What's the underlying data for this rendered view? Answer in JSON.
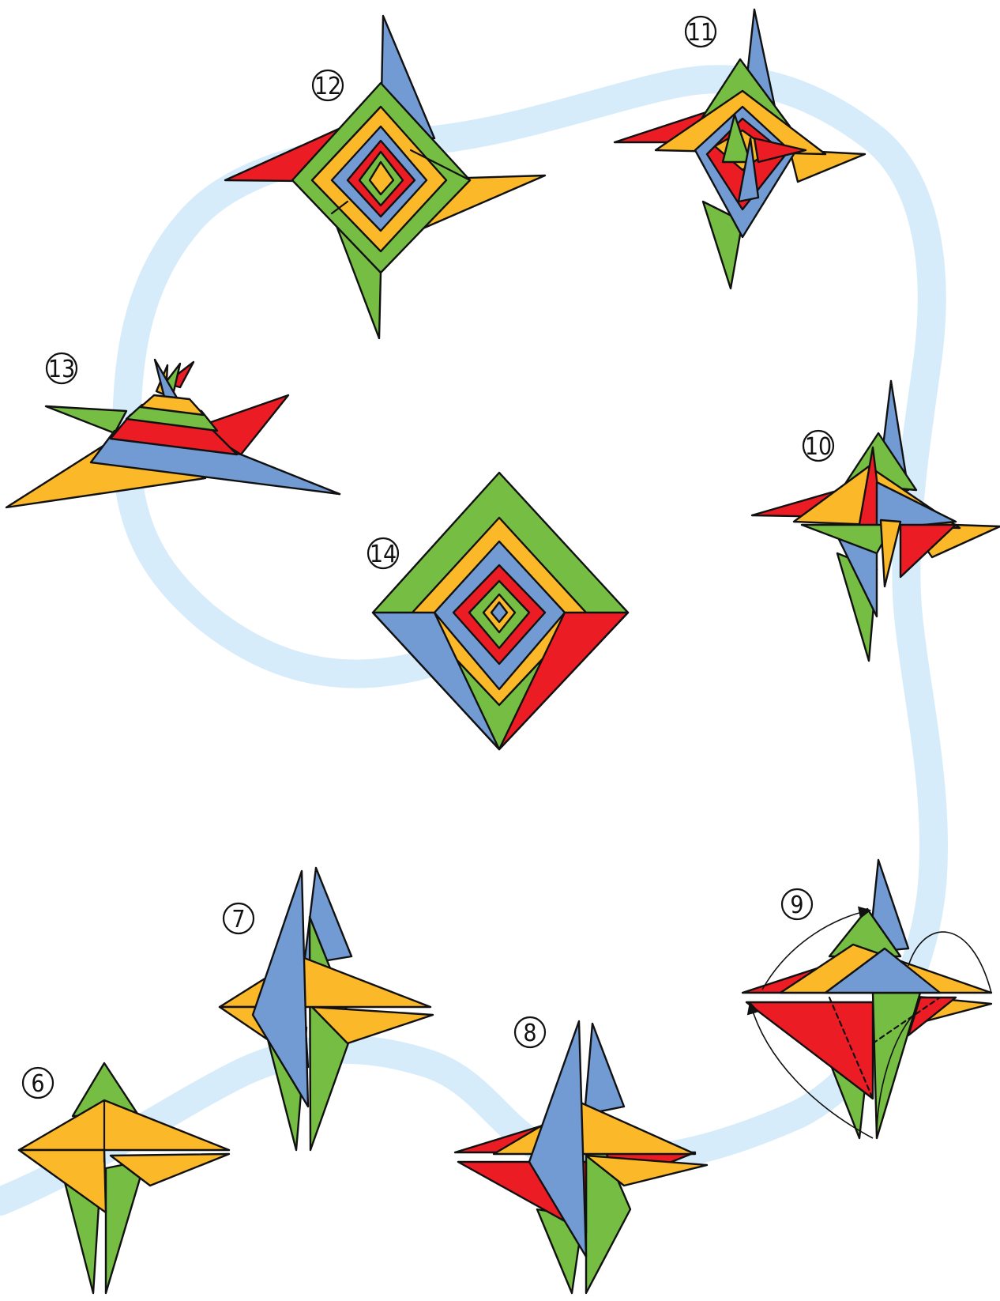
{
  "colors": {
    "red": "#ec1c24",
    "yellow": "#fbb829",
    "green": "#76bd43",
    "blue": "#729bd3",
    "path": "#d6ecfa",
    "outline": "#111111"
  },
  "steps": [
    {
      "number": "⑥",
      "value": 6
    },
    {
      "number": "⑦",
      "value": 7
    },
    {
      "number": "⑧",
      "value": 8
    },
    {
      "number": "⑨",
      "value": 9
    },
    {
      "number": "⑩",
      "value": 10
    },
    {
      "number": "⑪",
      "value": 11
    },
    {
      "number": "⑫",
      "value": 12
    },
    {
      "number": "⑬",
      "value": 13
    },
    {
      "number": "⑭",
      "value": 14
    }
  ]
}
